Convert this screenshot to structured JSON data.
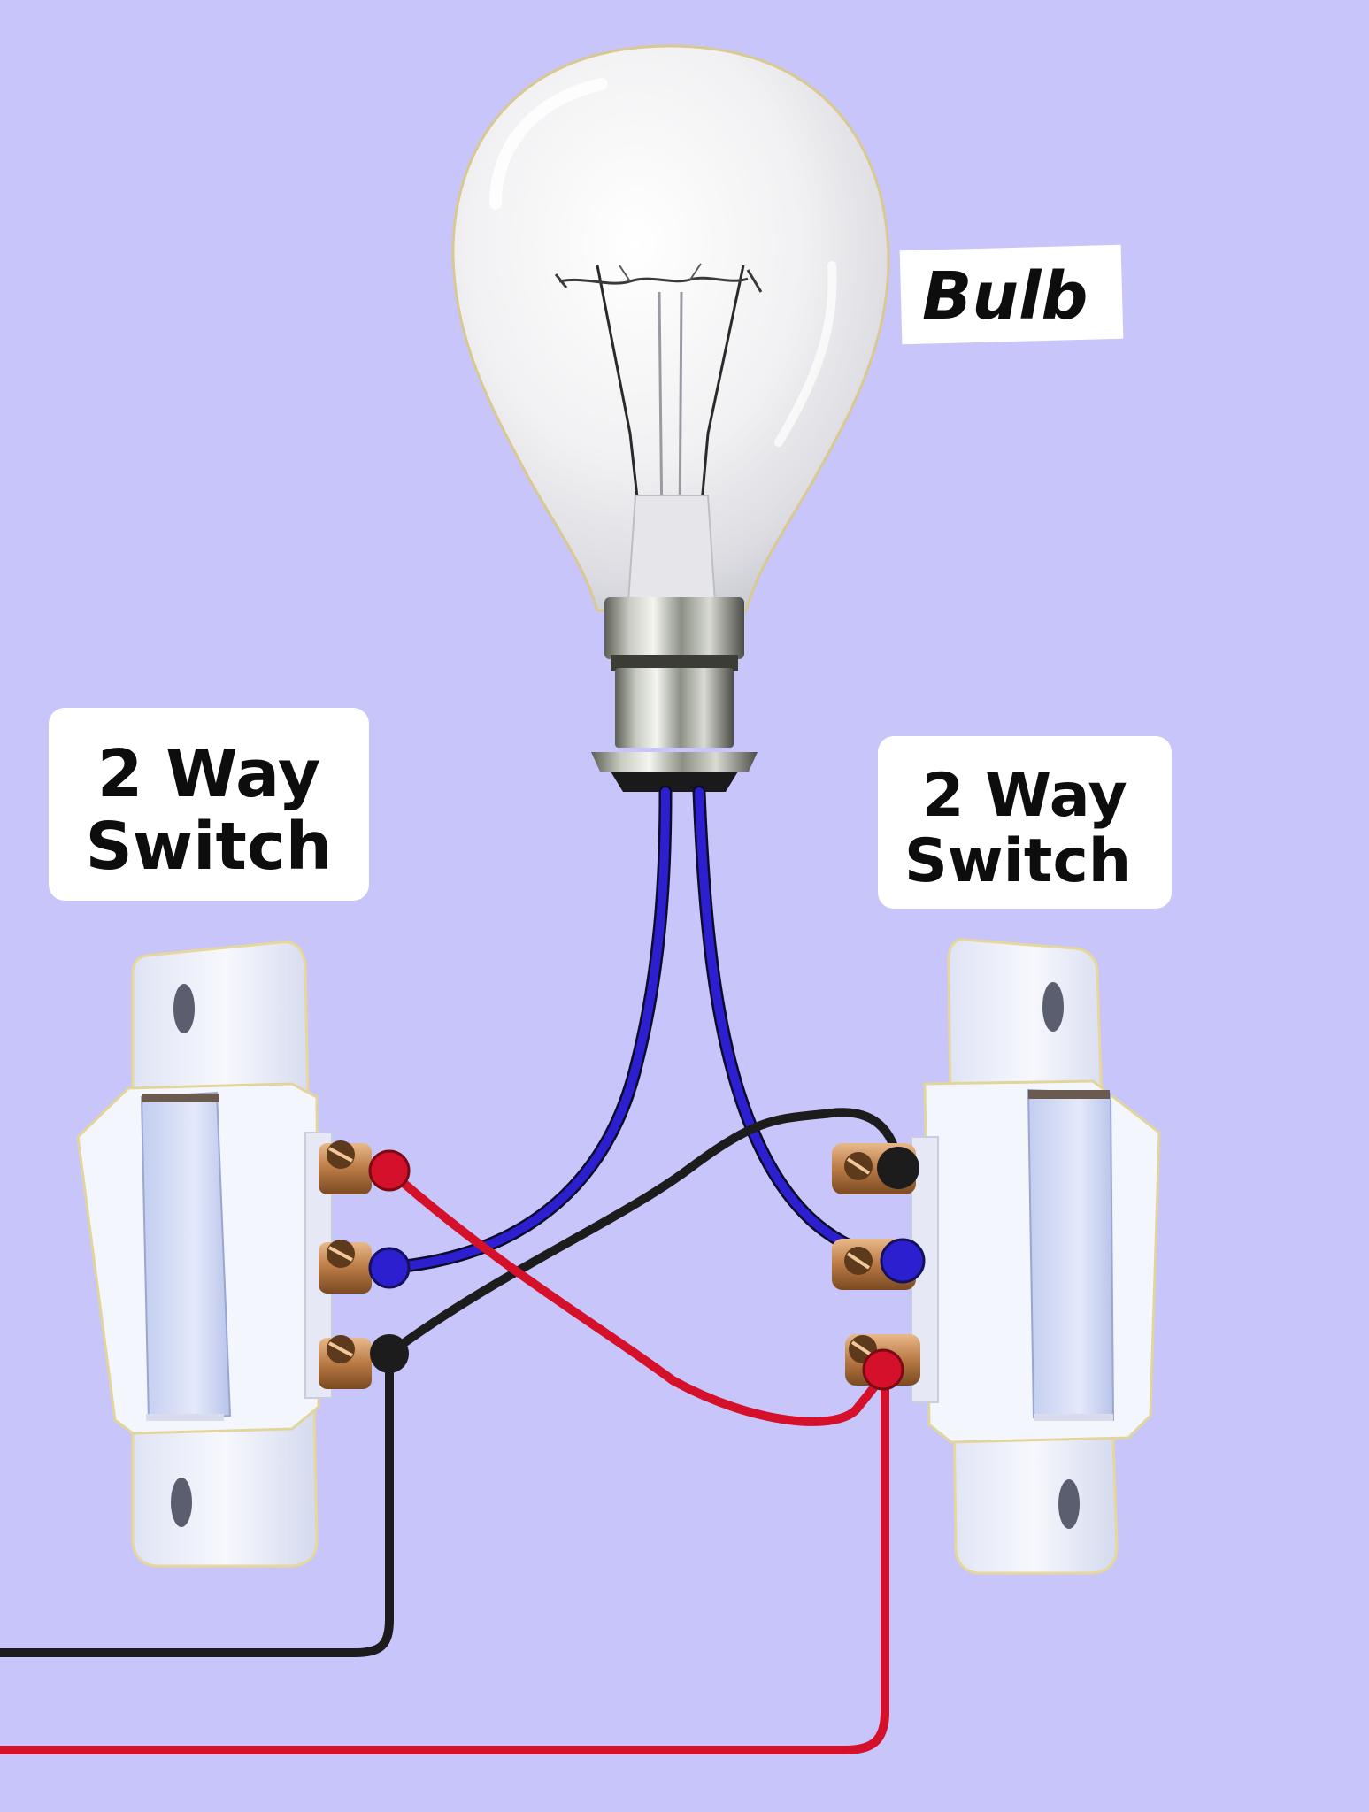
{
  "colors": {
    "background": "#c7c5fa",
    "wire_live": "#d5102a",
    "wire_neutral": "#1c1c1c",
    "wire_bulb": "#2c1fd0",
    "label_bg": "#ffffff",
    "label_text": "#0d0d0d",
    "switch_body": "#eef1fb",
    "terminal": "#c9905c"
  },
  "labels": {
    "bulb": "Bulb",
    "left_switch": {
      "line1": "2 Way",
      "line2": "Switch"
    },
    "right_switch": {
      "line1": "2 Way",
      "line2": "Switch"
    }
  },
  "components": [
    {
      "name": "bulb",
      "icon": "light-bulb-icon"
    },
    {
      "name": "left-switch",
      "icon": "rocker-switch-icon",
      "terminals": 3
    },
    {
      "name": "right-switch",
      "icon": "rocker-switch-icon",
      "terminals": 3
    }
  ]
}
